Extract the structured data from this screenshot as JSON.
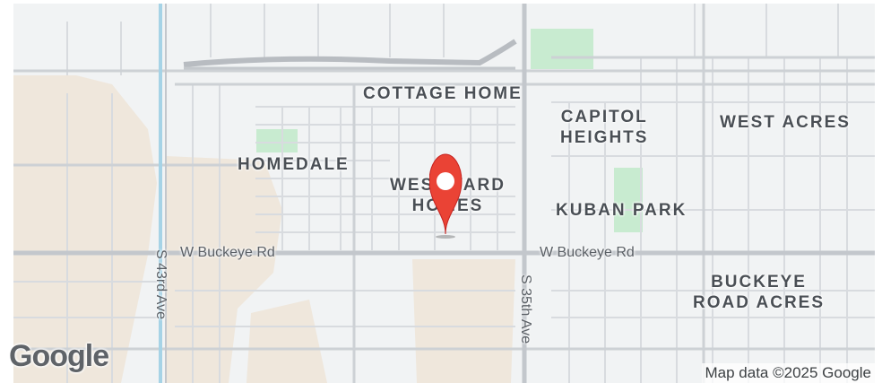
{
  "map": {
    "labels": {
      "cottage_home": "COTTAGE HOME",
      "capitol_heights_1": "CAPITOL",
      "capitol_heights_2": "HEIGHTS",
      "west_acres": "WEST ACRES",
      "homedale": "HOMEDALE",
      "westward_homes_1": "WESTWARD",
      "westward_homes_2": "HOMES",
      "kuban_park": "KUBAN PARK",
      "buckeye_road_acres_1": "BUCKEYE",
      "buckeye_road_acres_2": "ROAD ACRES"
    },
    "roads": {
      "buckeye_west": "W Buckeye Rd",
      "buckeye_east": "W Buckeye Rd",
      "s_43rd_ave": "S 43rd Ave",
      "s_35th_ave": "S 35th Ave"
    },
    "logo": "Google",
    "attribution": "Map data ©2025 Google",
    "colors": {
      "background": "#f1f3f4",
      "park": "#c8ebd0",
      "desert": "#efe7dc",
      "road": "#c9cdd2",
      "canal": "#a6d3e6",
      "pin": "#ea4335"
    },
    "marker": "location-pin-icon"
  }
}
